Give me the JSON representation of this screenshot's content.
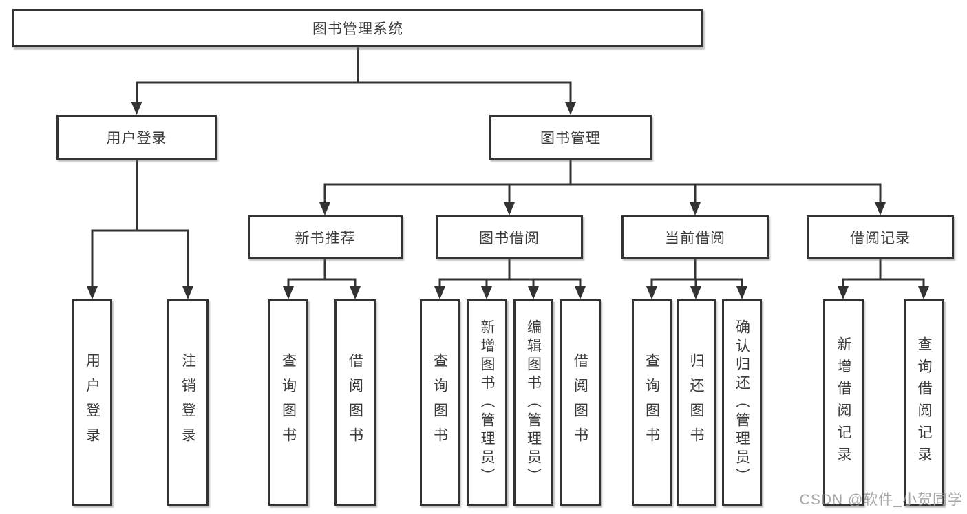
{
  "diagram_type": "hierarchy-tree",
  "watermark": "CSDN @软件_小贺同学",
  "colors": {
    "line": "#333333",
    "box_border": "#333333",
    "box_fill": "#ffffff",
    "text": "#3a3a3a",
    "watermark": "#969696",
    "background": "#ffffff"
  },
  "tree": {
    "label": "图书管理系统",
    "children": [
      {
        "label": "用户登录",
        "children": [
          {
            "label": "用户登录"
          },
          {
            "label": "注销登录"
          }
        ]
      },
      {
        "label": "图书管理",
        "children": [
          {
            "label": "新书推荐",
            "children": [
              {
                "label": "查询图书"
              },
              {
                "label": "借阅图书"
              }
            ]
          },
          {
            "label": "图书借阅",
            "children": [
              {
                "label": "查询图书"
              },
              {
                "label": "新增图书（管理员）"
              },
              {
                "label": "编辑图书（管理员）"
              },
              {
                "label": "借阅图书"
              }
            ]
          },
          {
            "label": "当前借阅",
            "children": [
              {
                "label": "查询图书"
              },
              {
                "label": "归还图书"
              },
              {
                "label": "确认归还（管理员）"
              }
            ]
          },
          {
            "label": "借阅记录",
            "children": [
              {
                "label": "新增借阅记录"
              },
              {
                "label": "查询借阅记录"
              }
            ]
          }
        ]
      }
    ]
  }
}
